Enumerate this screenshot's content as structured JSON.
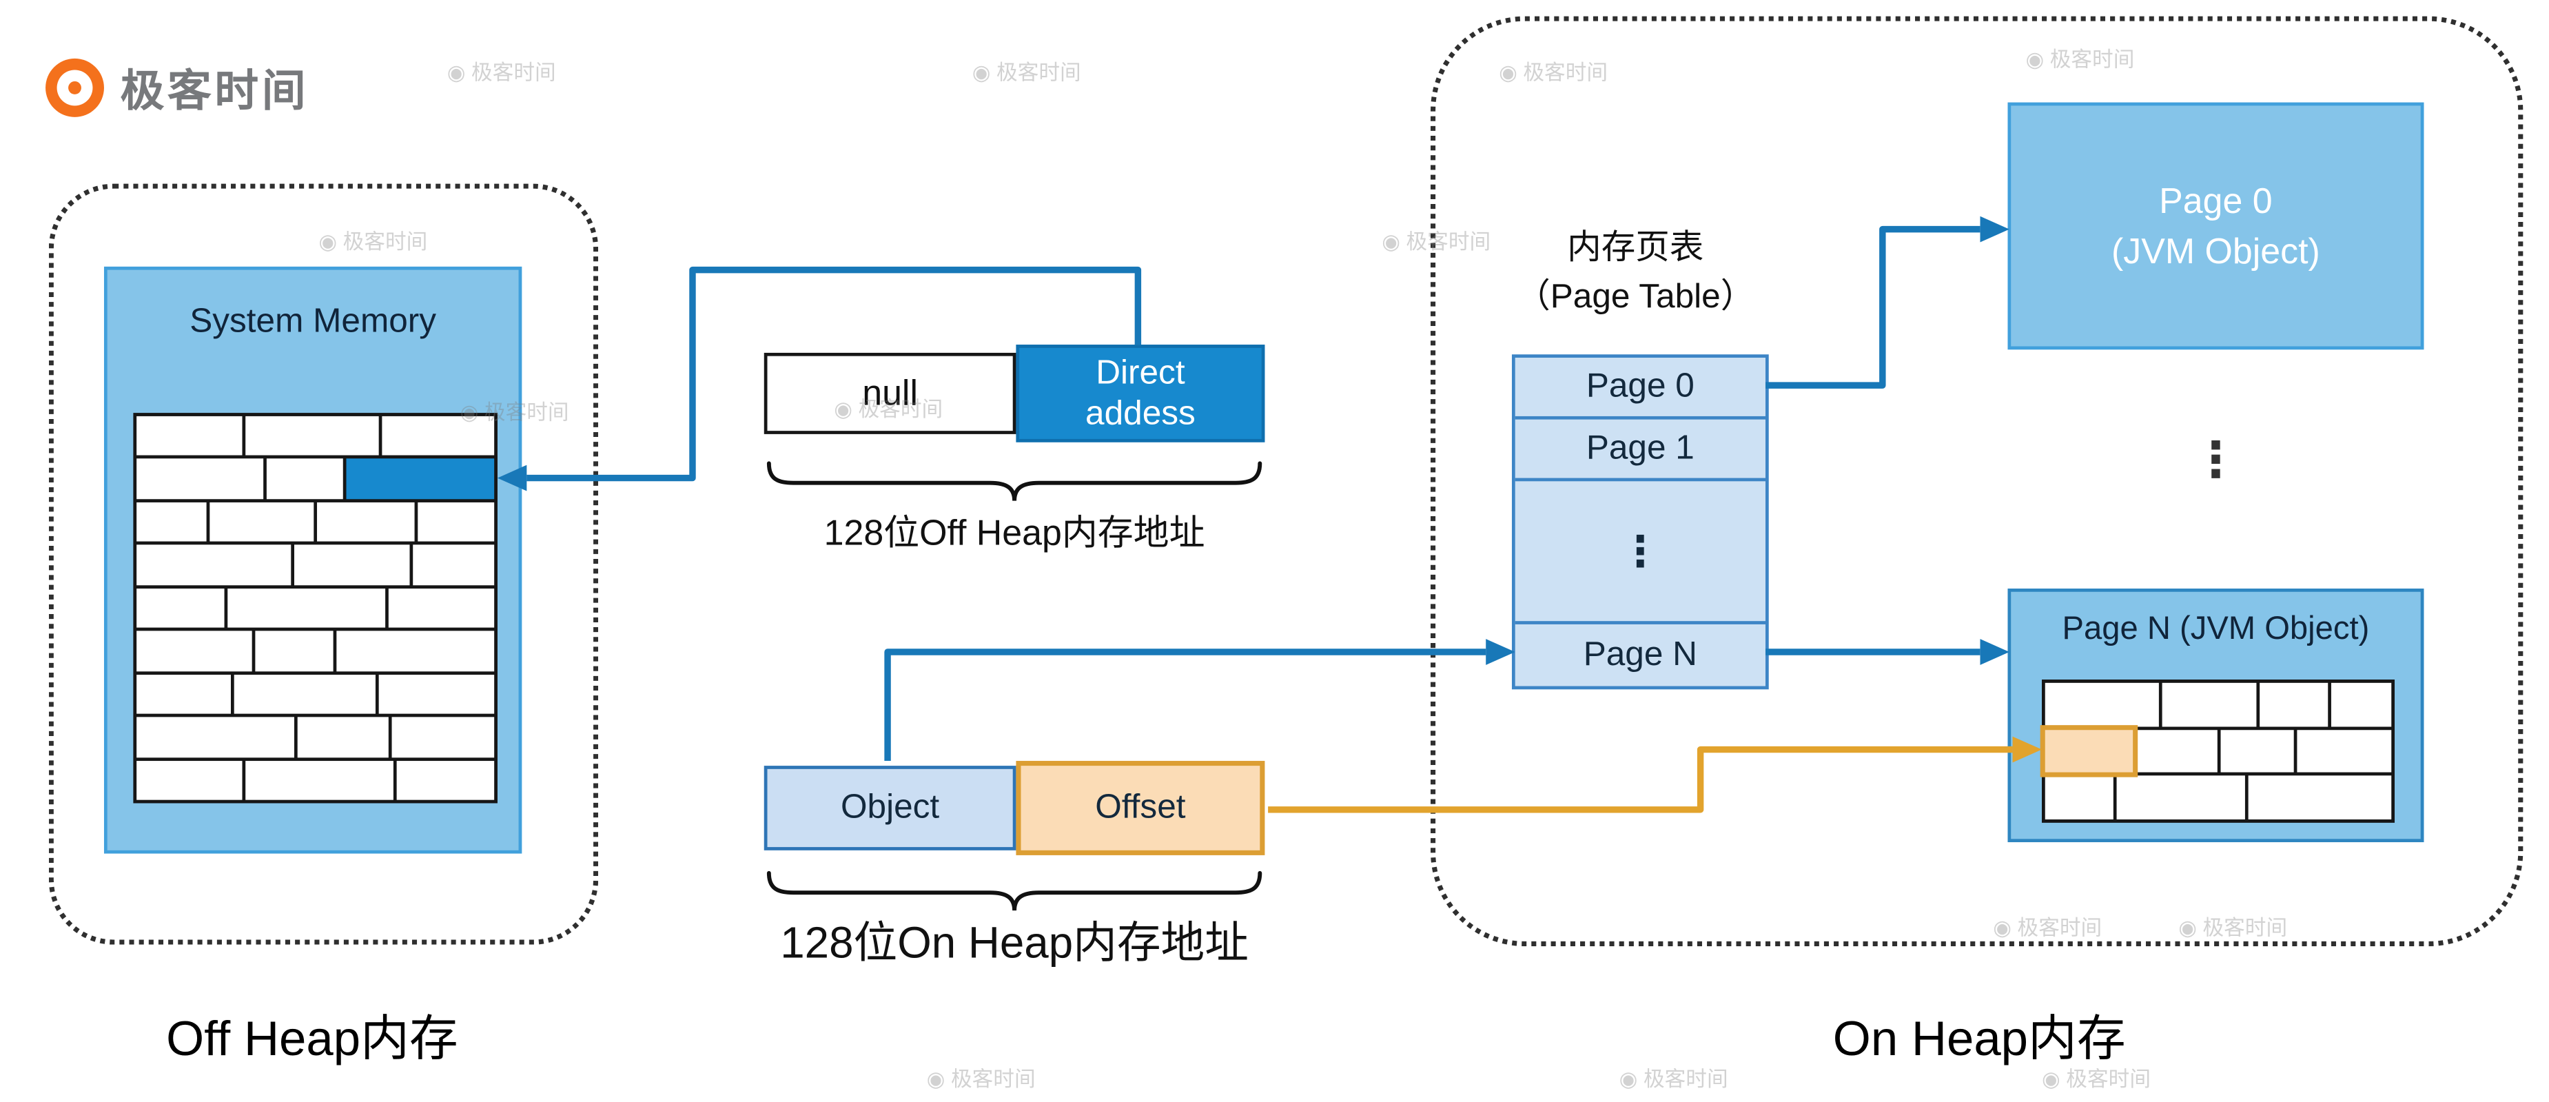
{
  "brand": {
    "name": "极客时间"
  },
  "watermark": {
    "text": "极客时间"
  },
  "colors": {
    "accent_blue": "#1789CE",
    "arrow_blue": "#1878B8",
    "arrow_orange": "#E2A32D",
    "panel_fill": "#85C4E9",
    "panel_border": "#41A0DC",
    "table_fill": "#CDE1F4",
    "table_border": "#3D85C6",
    "object_fill": "#CBDEF3",
    "object_border": "#2E75B6",
    "offset_fill": "#FBDCB6",
    "offset_border": "#DC9E33"
  },
  "off_heap": {
    "region_label": "Off Heap内存",
    "system_memory": {
      "title": "System Memory",
      "bricks": [
        [
          {
            "w": 30
          },
          {
            "w": 38
          },
          {
            "w": 32
          }
        ],
        [
          {
            "w": 36
          },
          {
            "w": 22
          },
          {
            "w": 42,
            "hl": "blue"
          }
        ],
        [
          {
            "w": 20
          },
          {
            "w": 30
          },
          {
            "w": 28
          },
          {
            "w": 22
          }
        ],
        [
          {
            "w": 44
          },
          {
            "w": 33
          },
          {
            "w": 23
          }
        ],
        [
          {
            "w": 25
          },
          {
            "w": 45
          },
          {
            "w": 30
          }
        ],
        [
          {
            "w": 33
          },
          {
            "w": 22
          },
          {
            "w": 45
          }
        ],
        [
          {
            "w": 27
          },
          {
            "w": 40
          },
          {
            "w": 33
          }
        ],
        [
          {
            "w": 45
          },
          {
            "w": 26
          },
          {
            "w": 29
          }
        ],
        [
          {
            "w": 30
          },
          {
            "w": 42
          },
          {
            "w": 28
          }
        ]
      ]
    }
  },
  "off_heap_address": {
    "null_label": "null",
    "direct_line1": "Direct",
    "direct_line2": "addess",
    "brace_label": "128位Off Heap内存地址"
  },
  "on_heap_address": {
    "object_label": "Object",
    "offset_label": "Offset",
    "brace_label": "128位On Heap内存地址"
  },
  "on_heap": {
    "region_label": "On Heap内存",
    "page_table": {
      "title_line1": "内存页表",
      "title_line2": "（Page Table）",
      "rows": [
        {
          "label": "Page 0",
          "h": 38
        },
        {
          "label": "Page 1",
          "h": 38
        },
        {
          "label": "⋮",
          "h": 88
        },
        {
          "label": "Page N",
          "h": 38
        }
      ]
    },
    "page0_object": {
      "line1": "Page 0",
      "line2": "(JVM Object)"
    },
    "ellipsis": "⋮",
    "pageN_object": {
      "title": "Page N (JVM Object)",
      "bricks": [
        [
          {
            "w": 34
          },
          {
            "w": 28
          },
          {
            "w": 20
          },
          {
            "w": 18
          }
        ],
        [
          {
            "w": 26,
            "hl": "orange"
          },
          {
            "w": 24
          },
          {
            "w": 22
          },
          {
            "w": 28
          }
        ],
        [
          {
            "w": 20
          },
          {
            "w": 38
          },
          {
            "w": 42
          }
        ]
      ]
    }
  }
}
